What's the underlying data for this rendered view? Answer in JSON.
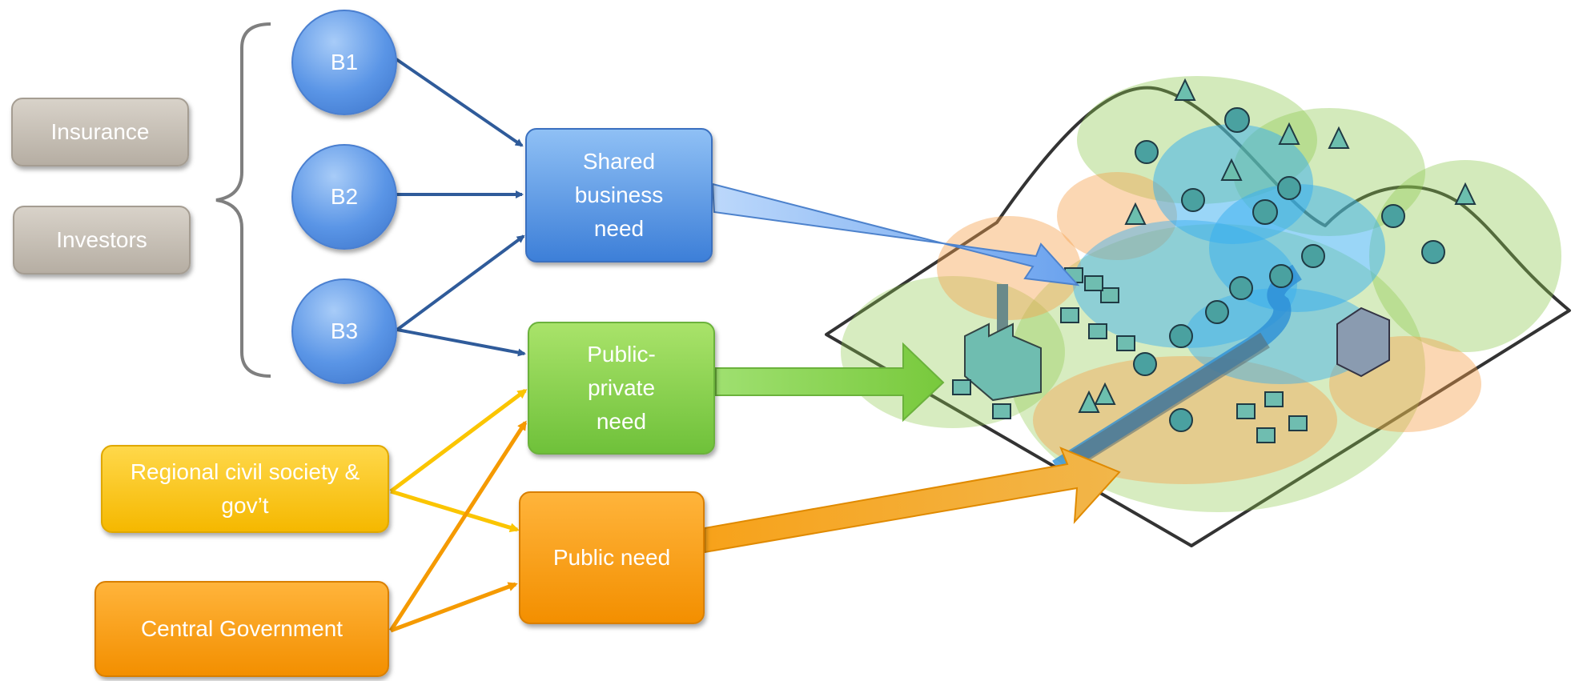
{
  "context_boxes": {
    "insurance": "Insurance",
    "investors": "Investors"
  },
  "businesses": [
    "B1",
    "B2",
    "B3"
  ],
  "stakeholders": {
    "regional": "Regional civil society & gov’t",
    "central": "Central Government"
  },
  "needs": {
    "shared_business": "Shared business need",
    "public_private": "Public-private need",
    "public": "Public need"
  },
  "colors": {
    "business_blue": "#4a88e0",
    "arrow_navy": "#2f5b9a",
    "public_private_green": "#7fcf45",
    "regional_yellow": "#fbc500",
    "public_orange": "#f59a00",
    "context_gray": "#c6beb3"
  }
}
